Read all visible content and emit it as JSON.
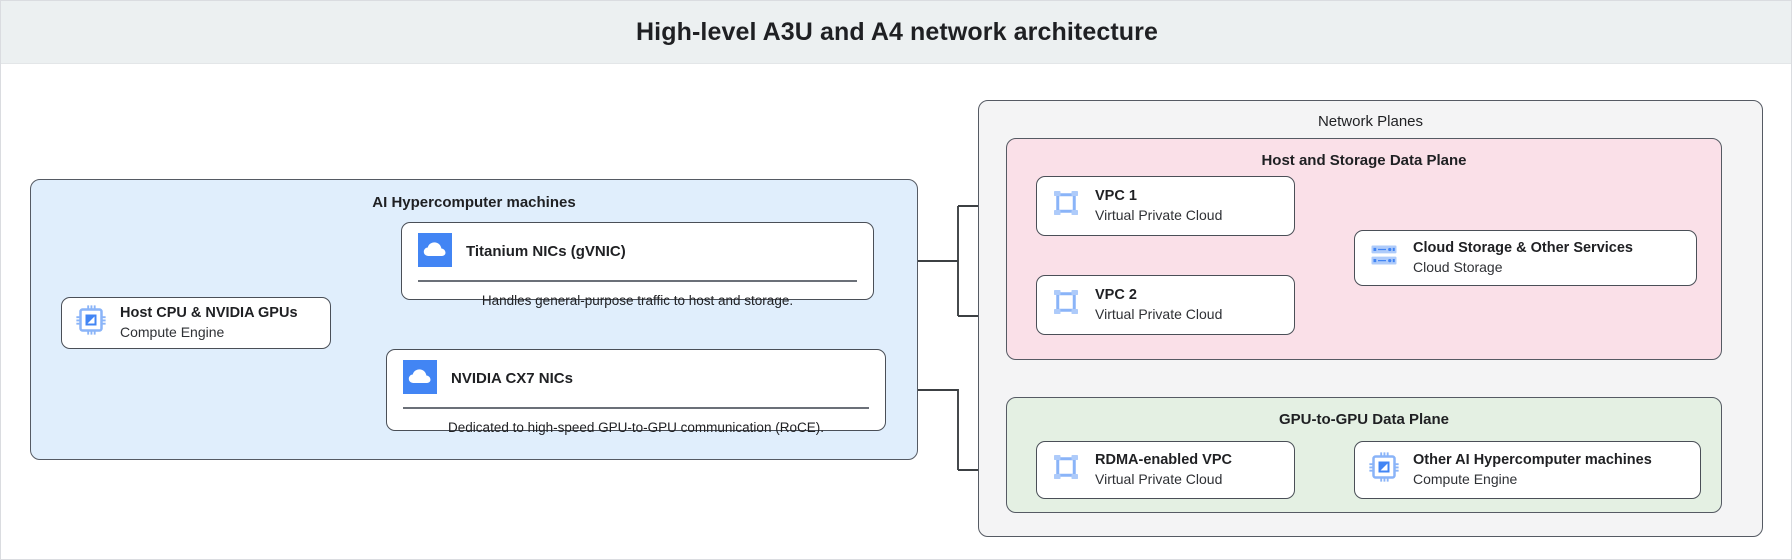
{
  "header": {
    "title": "High-level A3U and A4 network architecture"
  },
  "panels": {
    "machines": {
      "title": "AI Hypercomputer machines",
      "color": "#e0eefc"
    },
    "network": {
      "title": "Network Planes",
      "color": "#f4f4f5"
    },
    "host_plane": {
      "title": "Host and Storage Data Plane",
      "color": "#fae0e8"
    },
    "gpu_plane": {
      "title": "GPU-to-GPU Data Plane",
      "color": "#e4f0e3"
    }
  },
  "cards": {
    "host_cpu": {
      "title": "Host CPU & NVIDIA GPUs",
      "subtitle": "Compute Engine",
      "icon": "compute-engine-chip-icon"
    },
    "titanium_nics": {
      "title": "Titanium NICs (gVNIC)",
      "description": "Handles general-purpose traffic to host and storage.",
      "icon": "cloud-icon"
    },
    "cx7_nics": {
      "title": "NVIDIA CX7 NICs",
      "description": "Dedicated to high-speed GPU-to-GPU communication (RoCE).",
      "icon": "cloud-icon"
    },
    "vpc1": {
      "title": "VPC 1",
      "subtitle": "Virtual Private Cloud",
      "icon": "vpc-icon"
    },
    "vpc2": {
      "title": "VPC 2",
      "subtitle": "Virtual Private Cloud",
      "icon": "vpc-icon"
    },
    "cloud_storage": {
      "title": "Cloud Storage & Other Services",
      "subtitle": "Cloud Storage",
      "icon": "cloud-storage-icon"
    },
    "rdma_vpc": {
      "title": "RDMA-enabled VPC",
      "subtitle": "Virtual Private Cloud",
      "icon": "vpc-icon"
    },
    "other_machines": {
      "title": "Other AI Hypercomputer machines",
      "subtitle": "Compute Engine",
      "icon": "compute-engine-chip-icon"
    }
  },
  "colors": {
    "header_bg": "#ecf0f1",
    "accent_blue": "#4285f4",
    "icon_light_blue": "#8ab4f8",
    "border": "#4a4f57",
    "wire": "#3c4043"
  },
  "connections": [
    {
      "from": "host_cpu",
      "to": "titanium_nics"
    },
    {
      "from": "host_cpu",
      "to": "cx7_nics"
    },
    {
      "from": "titanium_nics",
      "to": "vpc1"
    },
    {
      "from": "titanium_nics",
      "to": "vpc2"
    },
    {
      "from": "vpc1",
      "to": "cloud_storage"
    },
    {
      "from": "vpc2",
      "to": "cloud_storage"
    },
    {
      "from": "cx7_nics",
      "to": "rdma_vpc"
    },
    {
      "from": "rdma_vpc",
      "to": "other_machines"
    }
  ]
}
